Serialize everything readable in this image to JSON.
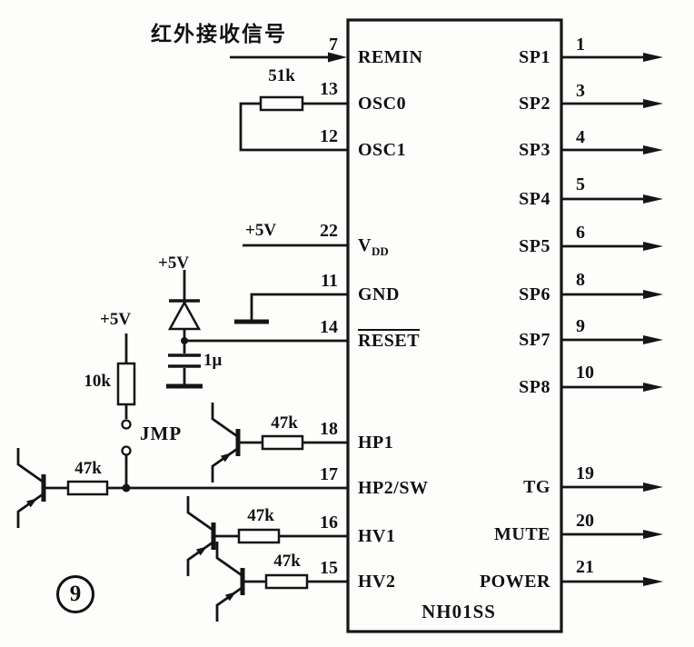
{
  "figure": {
    "number": "9",
    "chip_name": "NH01SS",
    "input_annotation": "红外接收信号"
  },
  "chip": {
    "left_pins": [
      {
        "num": "7",
        "label": "REMIN"
      },
      {
        "num": "13",
        "label": "OSC0"
      },
      {
        "num": "12",
        "label": "OSC1"
      },
      {
        "num": "22",
        "label": "V",
        "label_sub": "DD"
      },
      {
        "num": "11",
        "label": "GND"
      },
      {
        "num": "14",
        "label": "RESET"
      },
      {
        "num": "18",
        "label": "HP1"
      },
      {
        "num": "17",
        "label": "HP2/SW"
      },
      {
        "num": "16",
        "label": "HV1"
      },
      {
        "num": "15",
        "label": "HV2"
      }
    ],
    "right_pins": [
      {
        "num": "1",
        "label": "SP1"
      },
      {
        "num": "3",
        "label": "SP2"
      },
      {
        "num": "4",
        "label": "SP3"
      },
      {
        "num": "5",
        "label": "SP4"
      },
      {
        "num": "6",
        "label": "SP5"
      },
      {
        "num": "8",
        "label": "SP6"
      },
      {
        "num": "9",
        "label": "SP7"
      },
      {
        "num": "10",
        "label": "SP8"
      },
      {
        "num": "19",
        "label": "TG"
      },
      {
        "num": "20",
        "label": "MUTE"
      },
      {
        "num": "21",
        "label": "POWER"
      }
    ]
  },
  "components": {
    "osc_resistor": "51k",
    "pullup_resistor": "10k",
    "jumper": "JMP",
    "hp1_resistor": "47k",
    "hp2_resistor": "47k",
    "hv1_resistor": "47k",
    "hv2_resistor": "47k",
    "reset_capacitor": "1μ",
    "vdd_supply": "+5V",
    "reset_supply": "+5V",
    "jumper_supply": "+5V"
  }
}
